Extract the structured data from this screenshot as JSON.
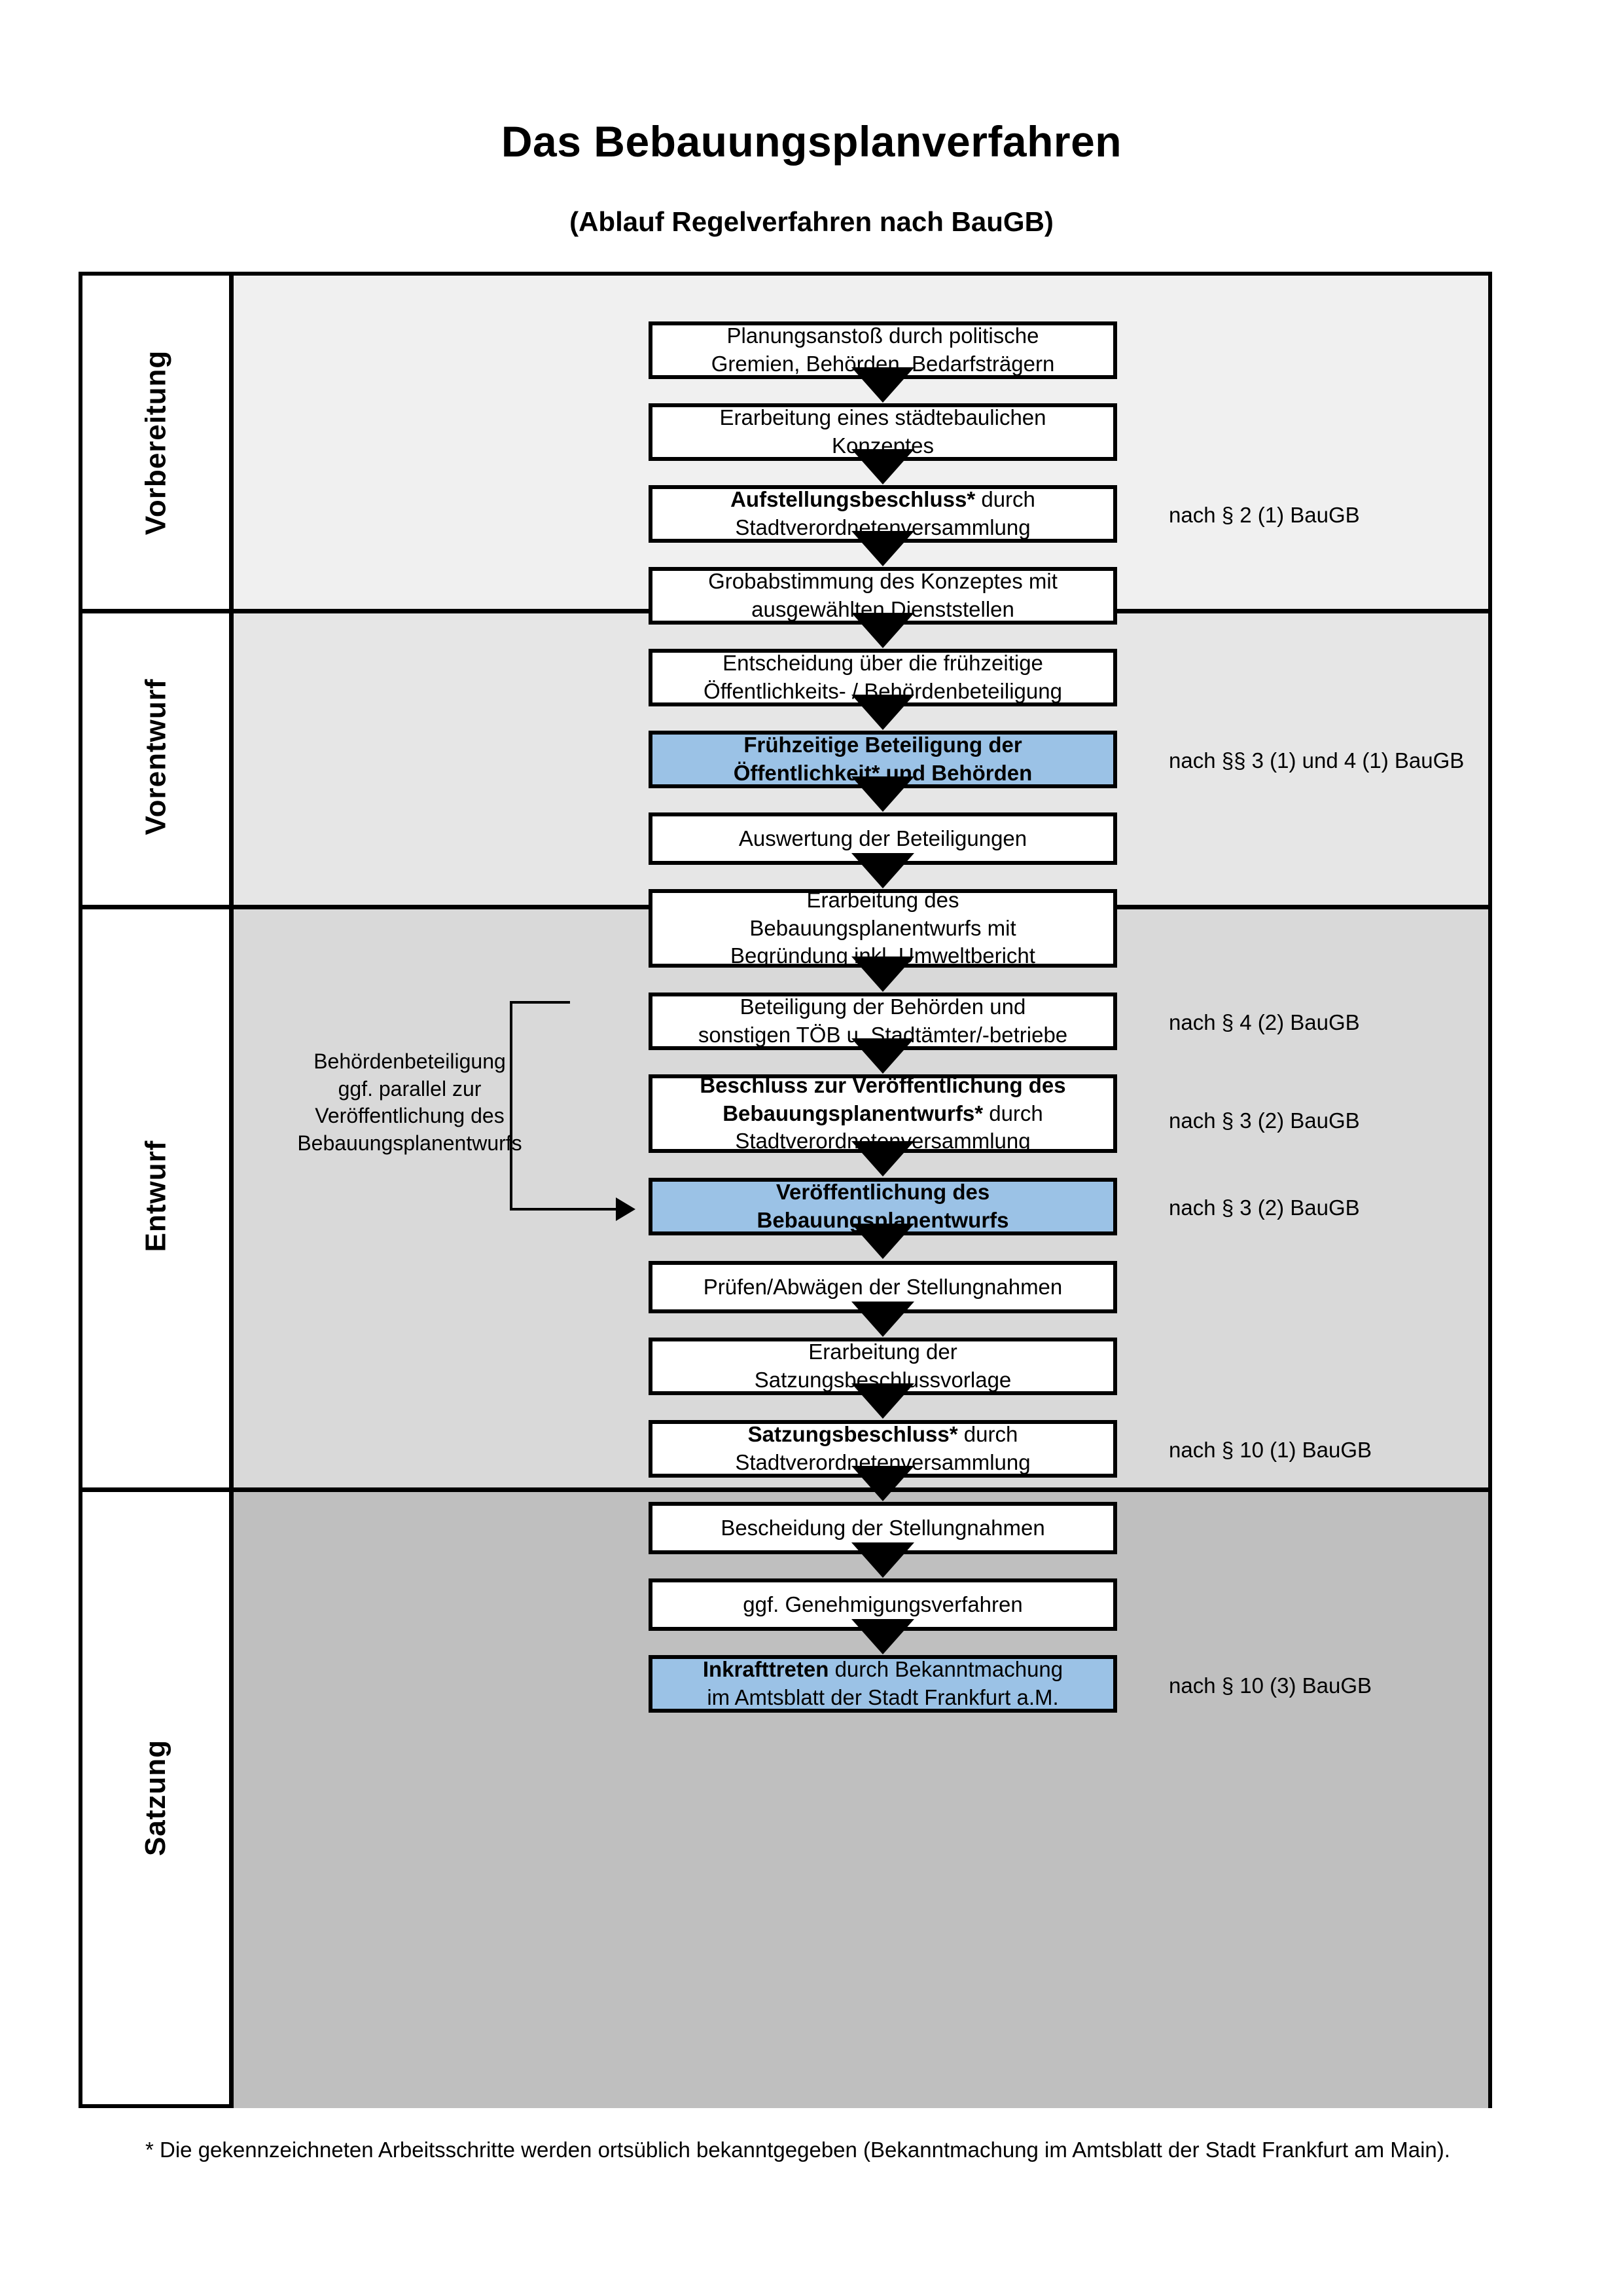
{
  "title": "Das Bebauungsplanverfahren",
  "subtitle": "(Ablauf Regelverfahren nach BauGB)",
  "colors": {
    "highlight": "#9BC2E6",
    "band_vorbereitung": "#F0F0F0",
    "band_vorentwurf": "#E6E6E6",
    "band_entwurf": "#D9D9D9",
    "band_satzung": "#BFBFBF",
    "frame": "#000000"
  },
  "phases": [
    {
      "label": "Vorbereitung"
    },
    {
      "label": "Vorentwurf"
    },
    {
      "label": "Entwurf"
    },
    {
      "label": "Satzung"
    }
  ],
  "steps": [
    {
      "line1": "Planungsanstoß durch politische",
      "line2": "Gremien, Behörden, Bedarfsträgern",
      "bold1": "",
      "highlight": false
    },
    {
      "line1": "Erarbeitung eines städtebaulichen",
      "line2": "Konzeptes",
      "bold1": "",
      "highlight": false
    },
    {
      "bold1": "Aufstellungsbeschluss*",
      "rest1": " durch",
      "line2": "Stadtverordnetenversammlung",
      "highlight": false
    },
    {
      "line1": "Grobabstimmung des Konzeptes mit",
      "line2": "ausgewählten Dienststellen",
      "bold1": "",
      "highlight": false
    },
    {
      "line1": "Entscheidung über die frühzeitige",
      "line2": "Öffentlichkeits- / Behördenbeteiligung",
      "bold1": "",
      "highlight": false
    },
    {
      "line1": "Frühzeitige Beteiligung der",
      "line2": "Öffentlichkeit* und Behörden",
      "allbold": true,
      "highlight": true
    },
    {
      "line1": "Auswertung der Beteiligungen",
      "bold1": "",
      "highlight": false
    },
    {
      "line1": "Erarbeitung des",
      "line2": "Bebauungsplanentwurfs mit",
      "line3": "Begründung inkl. Umweltbericht",
      "bold1": "",
      "highlight": false
    },
    {
      "line1": "Beteiligung der Behörden und",
      "line2": "sonstigen TÖB u. Stadtämter/-betriebe",
      "bold1": "",
      "highlight": false
    },
    {
      "bold1": "Beschluss zur Veröffentlichung des",
      "bold2": "Bebauungsplanentwurfs*",
      "rest2": " durch",
      "line3": "Stadtverordnetenversammlung",
      "highlight": false
    },
    {
      "line1": "Veröffentlichung des",
      "line2": "Bebauungsplanentwurfs",
      "allbold": true,
      "highlight": true
    },
    {
      "line1": "Prüfen/Abwägen der Stellungnahmen",
      "bold1": "",
      "highlight": false
    },
    {
      "line1": "Erarbeitung der",
      "line2": "Satzungsbeschlussvorlage",
      "bold1": "",
      "highlight": false
    },
    {
      "bold1": "Satzungsbeschluss*",
      "rest1": " durch",
      "line2": "Stadtverordnetenversammlung",
      "highlight": false
    },
    {
      "line1": "Bescheidung der Stellungnahmen",
      "bold1": "",
      "highlight": false
    },
    {
      "line1": "ggf. Genehmigungsverfahren",
      "bold1": "",
      "highlight": false
    },
    {
      "bold1": "Inkrafttreten",
      "rest1": " durch Bekanntmachung",
      "line2": "im Amtsblatt der Stadt Frankfurt a.M.",
      "highlight": true
    }
  ],
  "legal_refs": [
    {
      "text": "nach § 2 (1) BauGB"
    },
    {
      "text": "nach §§ 3 (1) und 4 (1) BauGB"
    },
    {
      "text": "nach § 4 (2) BauGB"
    },
    {
      "text": "nach § 3 (2) BauGB"
    },
    {
      "text": "nach § 3 (2) BauGB"
    },
    {
      "text": "nach § 10 (1) BauGB"
    },
    {
      "text": "nach § 10 (3) BauGB"
    }
  ],
  "sidenote": {
    "line1": "Behördenbeteiligung",
    "line2": "ggf. parallel zur",
    "line3": "Veröffentlichung des",
    "line4": "Bebauungsplanentwurfs"
  },
  "footnote": "* Die gekennzeichneten Arbeitsschritte werden ortsüblich bekanntgegeben (Bekanntmachung im Amtsblatt  der Stadt Frankfurt am Main)."
}
